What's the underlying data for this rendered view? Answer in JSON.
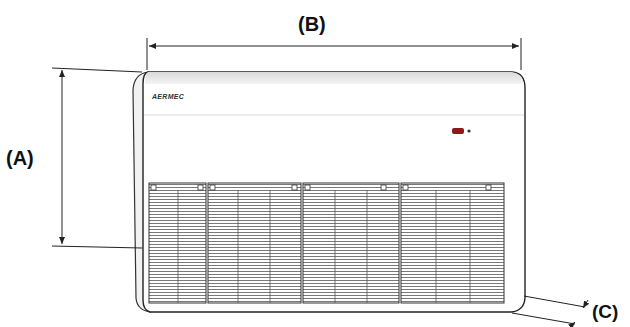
{
  "diagram": {
    "labels": [
      "(A)",
      "(B)",
      "(C)",
      "AERMEC"
    ]
  }
}
